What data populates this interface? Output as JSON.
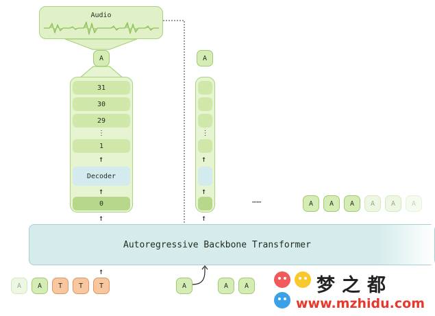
{
  "audio_label": "Audio",
  "transformer_label": "Autoregressive Backbone Transformer",
  "decoder_label": "Decoder",
  "decoder_stack": [
    "31",
    "30",
    "29",
    "⋮",
    "1",
    "0"
  ],
  "audio_token": "A",
  "second_column_token": "A",
  "ellipsis": "⋯⋯",
  "output_tokens": [
    "A",
    "A",
    "A",
    "A",
    "A",
    "A"
  ],
  "input_tokens_left": [
    "A",
    "A",
    "T",
    "T",
    "T"
  ],
  "input_token_mid": "A",
  "input_tokens_right": [
    "A",
    "A"
  ],
  "watermark": {
    "cn": "梦之都",
    "url": "www.mzhidu.com"
  },
  "colors": {
    "green_fill": "#d5ecb5",
    "green_border": "#9fca72",
    "orange": "#f8c7a0",
    "blue": "#d3eaee",
    "transformer": "#d6ecec"
  }
}
